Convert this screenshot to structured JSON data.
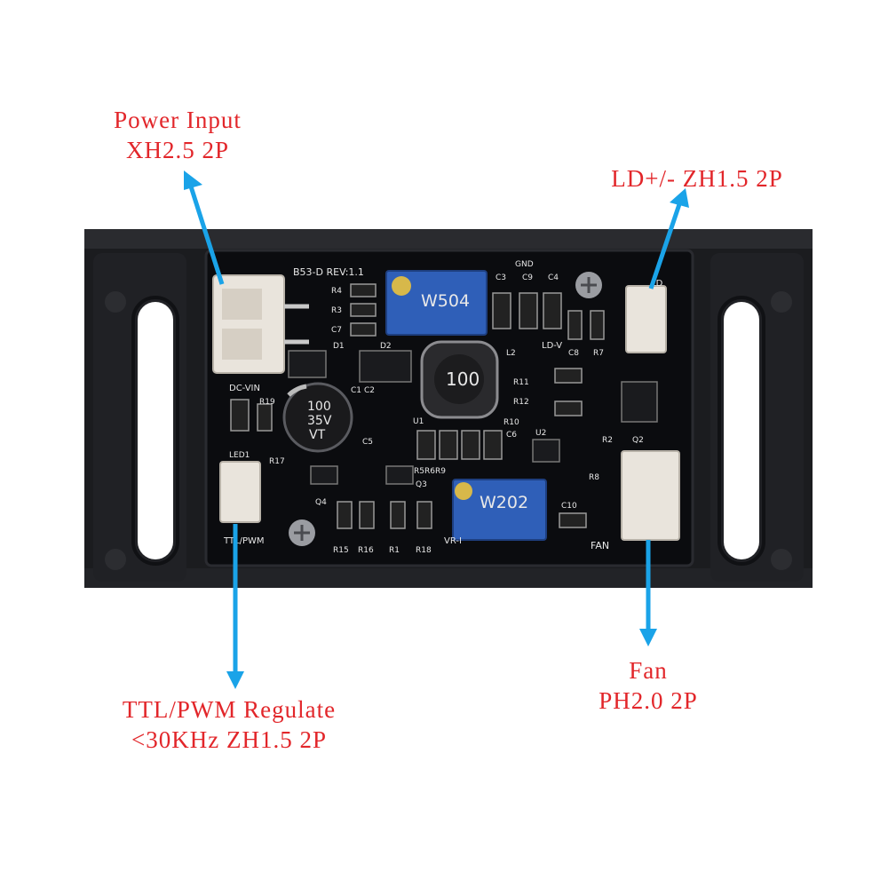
{
  "labels": {
    "power_input": {
      "line1": "Power Input",
      "line2": "XH2.5 2P"
    },
    "ld": {
      "line1": "LD+/- ZH1.5 2P"
    },
    "ttl": {
      "line1": "TTL/PWM Regulate",
      "line2": "<30KHz ZH1.5 2P"
    },
    "fan": {
      "line1": "Fan",
      "line2": "PH2.0 2P"
    }
  },
  "board": {
    "model": "B53-D REV:1.1",
    "pot_top": "W504",
    "pot_bottom": "W202",
    "inductor": "100",
    "capacitor": [
      "100",
      "35V",
      "VT"
    ],
    "silk": {
      "dc_vin": "DC-VIN",
      "ttl_pwm": "TTL/PWM",
      "fan": "FAN",
      "ld": "LD",
      "ld_v": "LD-V",
      "gnd": "GND",
      "vr_i": "VR-I",
      "refs": [
        "R4",
        "R3",
        "C7",
        "D1",
        "D2",
        "C1",
        "C2",
        "R19",
        "LED1",
        "R17",
        "Q4",
        "R15",
        "R16",
        "R1",
        "R18",
        "U1",
        "C5",
        "C4",
        "C3",
        "C9",
        "L2",
        "R11",
        "R12",
        "R10",
        "C6",
        "U2",
        "R2",
        "Q2",
        "R8",
        "C10",
        "C8",
        "R7",
        "R5R6R9",
        "Q3"
      ]
    }
  },
  "colors": {
    "label": "#e2262a",
    "arrow": "#1aa3e8",
    "pcb": "#0b0c0f",
    "bracket": "#17181b",
    "pot": "#2f5fb8"
  }
}
